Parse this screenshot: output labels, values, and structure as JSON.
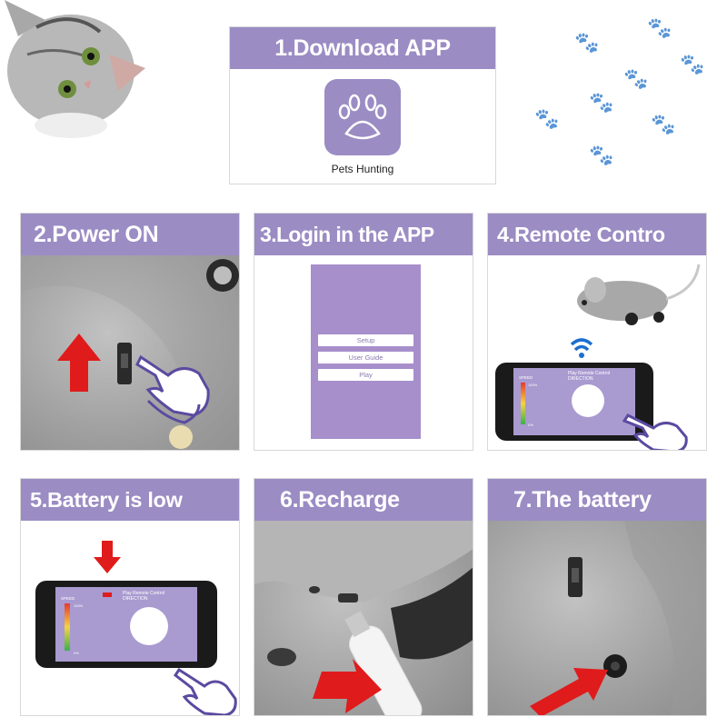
{
  "colors": {
    "purple": "#9b8cc4",
    "arrow_red": "#e01b1b",
    "hand_outline": "#5b4aa0"
  },
  "step1": {
    "title": "1.Download APP",
    "app_name": "Pets Hunting",
    "icon": "paw-print-icon"
  },
  "step2": {
    "title": "2.Power ON"
  },
  "step3": {
    "title": "3.Login in the APP",
    "menu": [
      "Setup",
      "User Guide",
      "Play"
    ]
  },
  "step4": {
    "title": "4.Remote Contro",
    "screen_title": "Play Remote Control",
    "screen_sub": "DIRECTION",
    "speed_label": "SPEED",
    "pct_top": "100%",
    "pct_bottom": "0%"
  },
  "step5": {
    "title": "5.Battery is low",
    "screen_title": "Play Remote Control",
    "screen_sub": "DIRECTION",
    "speed_label": "SPEED",
    "pct_top": "100%",
    "pct_bottom": "0%"
  },
  "step6": {
    "title": "6.Recharge"
  },
  "step7": {
    "title": "7.The battery"
  }
}
